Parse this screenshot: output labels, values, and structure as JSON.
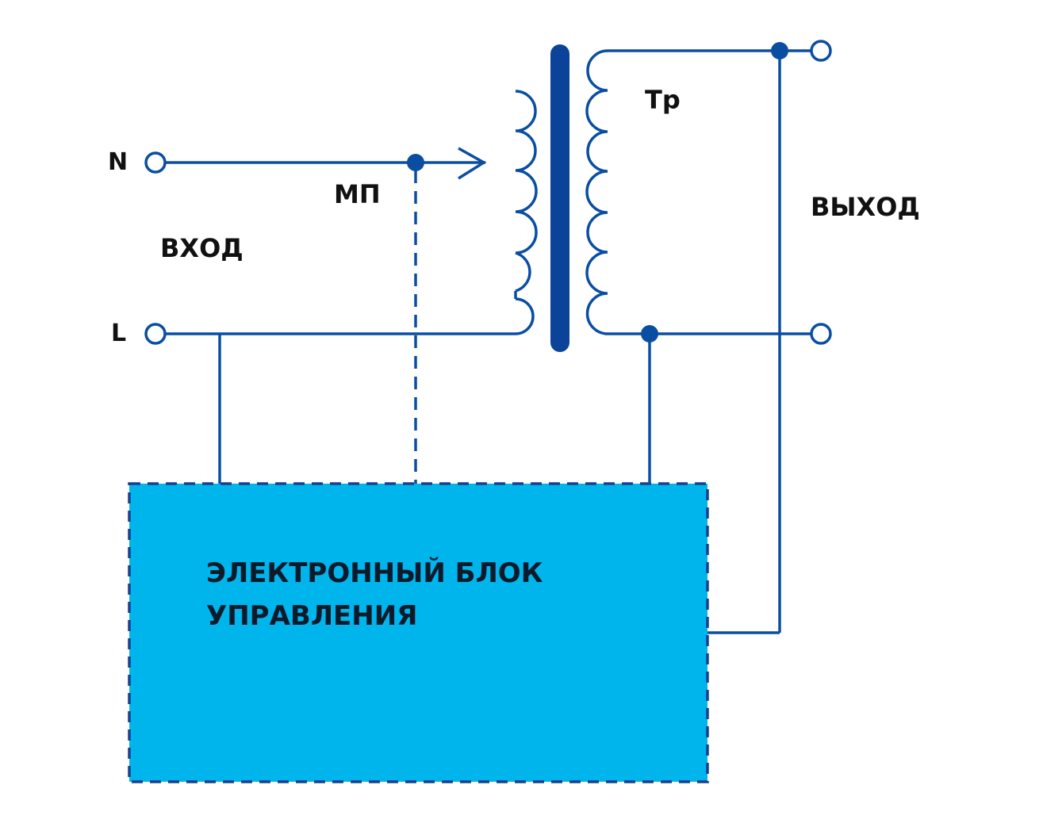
{
  "terminals": {
    "n_label": "N",
    "l_label": "L"
  },
  "labels": {
    "input": "ВХОД",
    "output": "ВЫХОД",
    "slider": "МП",
    "transformer": "Тр"
  },
  "control_block": {
    "line1": "ЭЛЕКТРОННЫЙ БЛОК",
    "line2": "УПРАВЛЕНИЯ"
  },
  "colors": {
    "wire": "#0a4ea2",
    "core": "#0a4399",
    "block_fill": "#00b4ec",
    "block_border": "#1a3f8f",
    "text": "#111111"
  }
}
